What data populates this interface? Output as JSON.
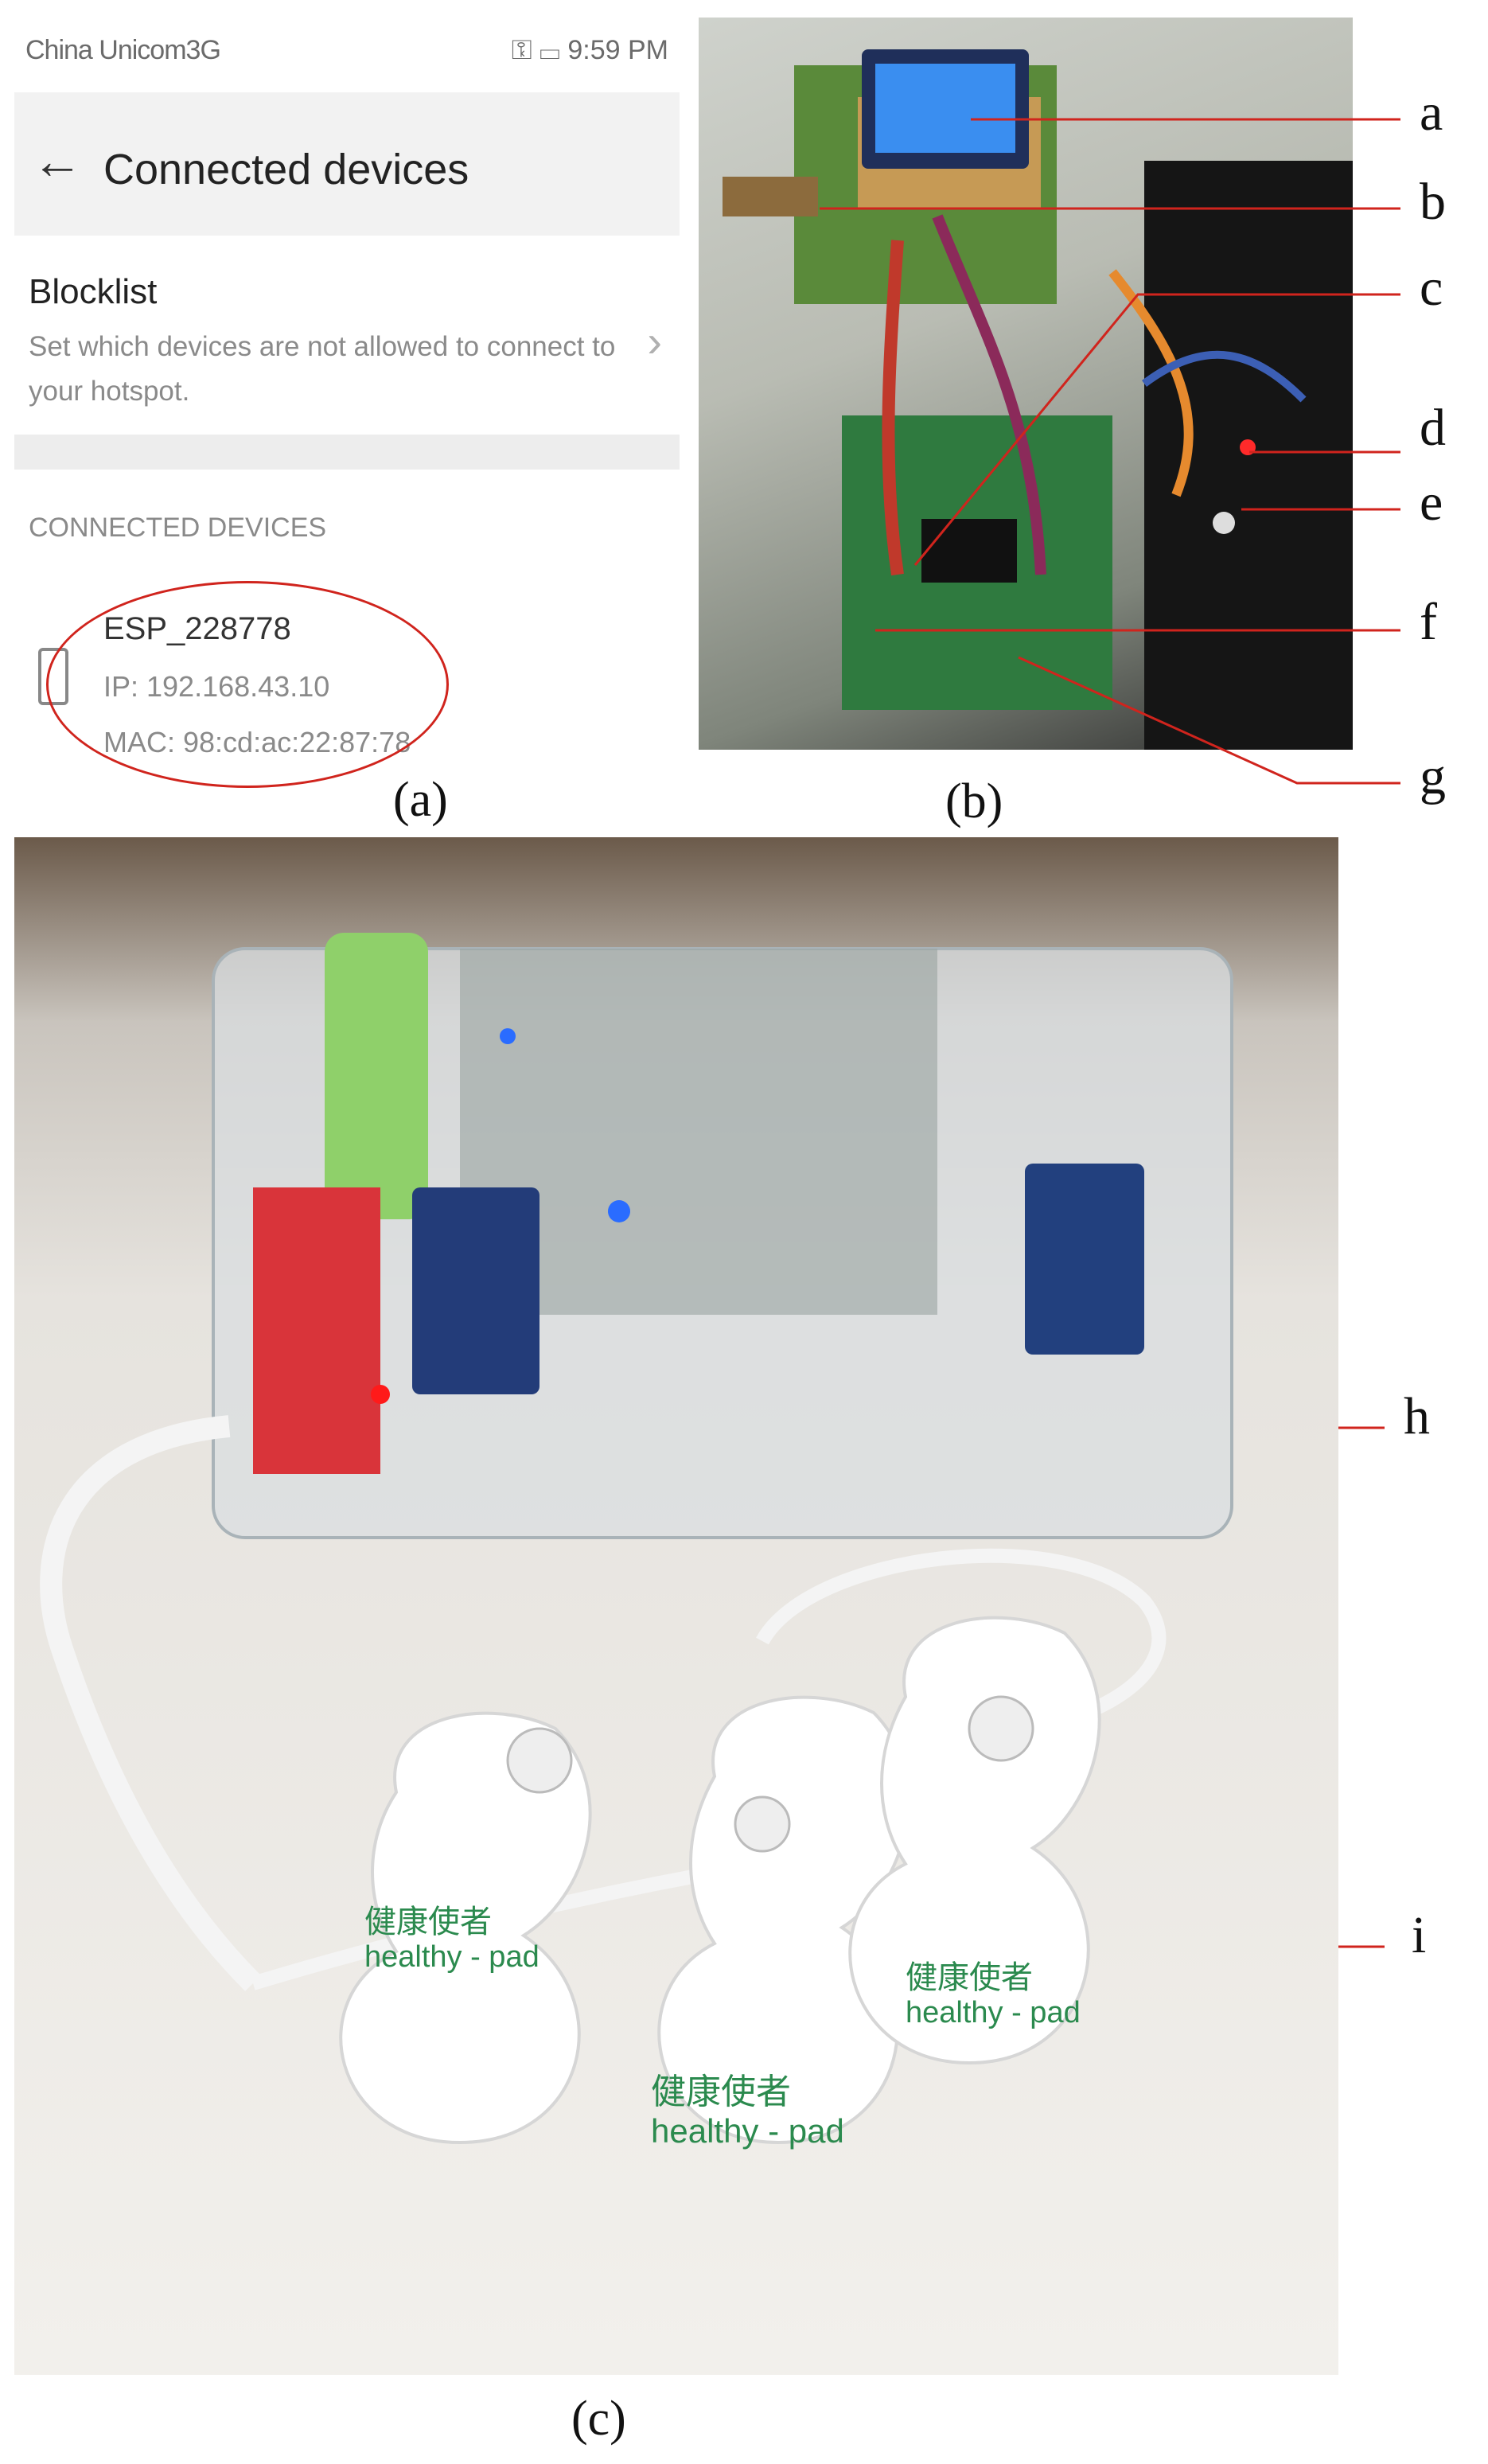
{
  "phone": {
    "status_left": "China Unicom3G",
    "status_time": "9:59 PM",
    "title": "Connected devices",
    "blocklist": {
      "heading": "Blocklist",
      "description": "Set which devices are not allowed to connect to your hotspot."
    },
    "section_header": "CONNECTED DEVICES",
    "device": {
      "name": "ESP_228778",
      "ip": "IP: 192.168.43.10",
      "mac": "MAC: 98:cd:ac:22:87:78"
    }
  },
  "captions": {
    "a": "(a)",
    "b": "(b)",
    "c": "(c)"
  },
  "labels": {
    "a": "a",
    "b": "b",
    "c": "c",
    "d": "d",
    "e": "e",
    "f": "f",
    "g": "g",
    "h": "h",
    "i": "i"
  },
  "pads": {
    "cn": "健康使者",
    "en": "healthy - pad"
  },
  "colors": {
    "annotation": "#d0241d"
  }
}
